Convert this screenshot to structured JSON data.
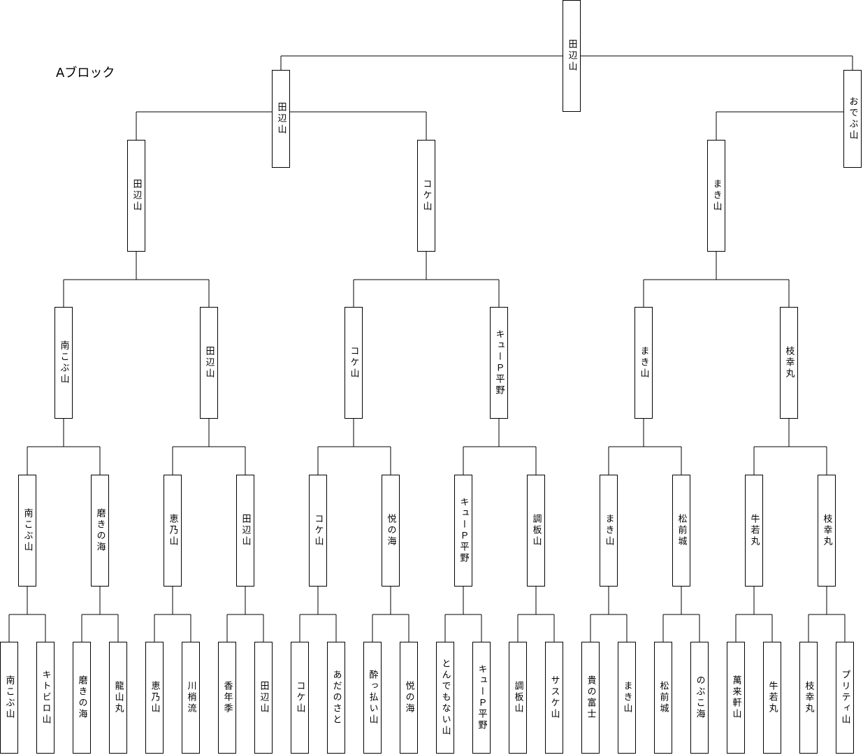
{
  "block_label": "Aブロック",
  "rounds": {
    "r1": [
      "南こぶ山",
      "キトビロ山",
      "磨きの海",
      "龍山丸",
      "恵乃山",
      "川梢流",
      "香年季",
      "田辺山",
      "コケ山",
      "あだのさと",
      "酔っ払い山",
      "悦の海",
      "とんでもない山",
      "キューＰ平野",
      "調板山",
      "サスケ山",
      "貴の富士",
      "まき山",
      "松前城",
      "のぶこ海",
      "萬来軒山",
      "牛若丸",
      "枝幸丸",
      "プリティ山"
    ],
    "r2": [
      "南こぶ山",
      "磨きの海",
      "恵乃山",
      "田辺山",
      "コケ山",
      "悦の海",
      "キューＰ平野",
      "調板山",
      "まき山",
      "松前城",
      "牛若丸",
      "枝幸丸"
    ],
    "r3": [
      "南こぶ山",
      "田辺山",
      "コケ山",
      "キューＰ平野",
      "まき山",
      "枝幸丸"
    ],
    "r4": [
      "田辺山",
      "コケ山",
      "まき山"
    ],
    "r5": [
      "田辺山",
      "おでぶ山"
    ],
    "final": "田辺山"
  }
}
